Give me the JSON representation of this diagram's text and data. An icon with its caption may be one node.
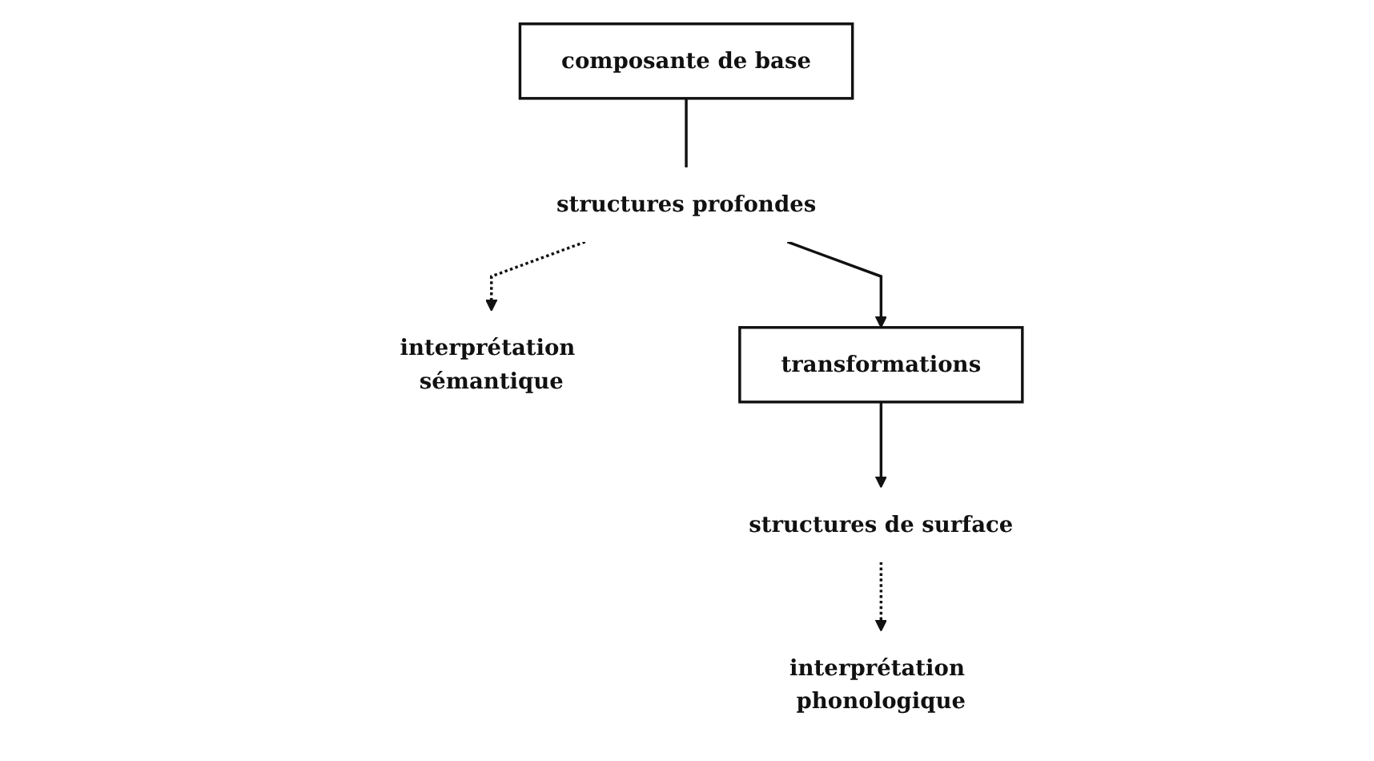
{
  "diagram": {
    "nodes": [
      {
        "text": [
          "composante de base"
        ]
      },
      {
        "text": [
          "structures profondes"
        ]
      },
      {
        "text": [
          "interprétation sémantique"
        ]
      },
      {
        "text": [
          "transformations"
        ]
      },
      {
        "text": [
          "structures de surface"
        ]
      },
      {
        "text": [
          "interprétation phonologique"
        ]
      }
    ],
    "edges": [
      {
        "from": 0,
        "to": 1,
        "arrow": "none"
      },
      {
        "from": 1,
        "to": 3,
        "arrow": "to"
      },
      {
        "from": 1,
        "to": 2,
        "arrow": "to",
        "style": "dashed"
      },
      {
        "from": 3,
        "to": 4,
        "arrow": "to"
      },
      {
        "from": 4,
        "to": 5,
        "arrow": "to",
        "style": "dashed"
      }
    ]
  }
}
